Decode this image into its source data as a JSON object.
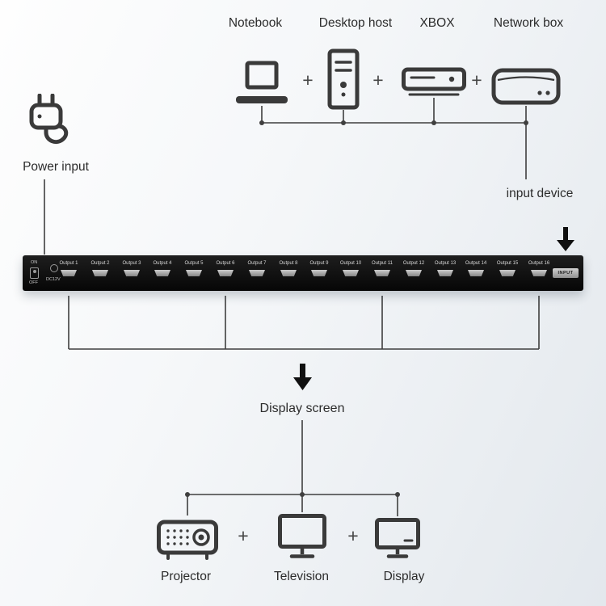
{
  "colors": {
    "device_bar": "#0d0d0d",
    "wire": "#3f3f3f",
    "icon": "#3a3a3a"
  },
  "top": {
    "plus": "+",
    "devices": [
      {
        "label": "Notebook",
        "icon": "laptop-icon"
      },
      {
        "label": "Desktop host",
        "icon": "desktop-tower-icon"
      },
      {
        "label": "XBOX",
        "icon": "game-console-icon"
      },
      {
        "label": "Network box",
        "icon": "network-box-icon"
      }
    ]
  },
  "power": {
    "label": "Power input"
  },
  "input": {
    "label": "input device"
  },
  "splitter": {
    "on": "ON",
    "off": "OFF",
    "dc": "DC12V",
    "input_port": "INPUT",
    "outputs": [
      "Output 1",
      "Output 2",
      "Output 3",
      "Output 4",
      "Output 5",
      "Output 6",
      "Output 7",
      "Output 8",
      "Output 9",
      "Output 10",
      "Output 11",
      "Output 12",
      "Output 13",
      "Output 14",
      "Output 15",
      "Output 16"
    ]
  },
  "display": {
    "label": "Display screen"
  },
  "bottom": {
    "plus": "+",
    "devices": [
      {
        "label": "Projector",
        "icon": "projector-icon"
      },
      {
        "label": "Television",
        "icon": "television-icon"
      },
      {
        "label": "Display",
        "icon": "display-icon"
      }
    ]
  }
}
